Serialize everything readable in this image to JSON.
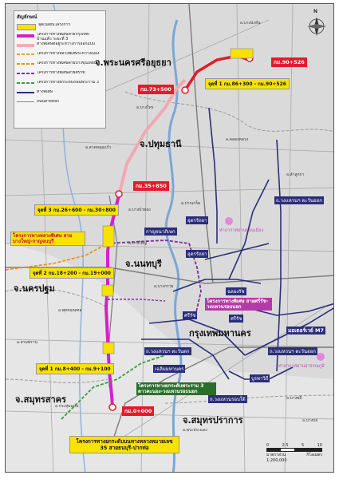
{
  "legend": {
    "title": "สัญลักษณ์",
    "items": [
      {
        "label": "จุดเปลี่ยนโครงการ",
        "color": "#f7e200",
        "style": "box"
      },
      {
        "label": "โครงการทางพิเศษสายกรุงเทพ-บ้านแพ้ว ระยะที่ 3",
        "color": "#d61fc9",
        "style": "line"
      },
      {
        "label": "ทางพิเศษที่อยู่ระหว่างการออกแบบ",
        "color": "#f0b0b0",
        "style": "line"
      },
      {
        "label": "โครงการทางหลวงพิเศษระหว่างเมือง",
        "color": "#e8a040",
        "style": "dash"
      },
      {
        "label": "โครงการทางพิเศษสายบางขุนเทียน",
        "color": "#f08c00",
        "style": "dash"
      },
      {
        "label": "โครงการทางพิเศษสายศรีรัช",
        "color": "#7d2fa0",
        "style": "dash"
      },
      {
        "label": "โครงการทางยกระดับถนนพระราม 3",
        "color": "#3a9e3a",
        "style": "dash"
      },
      {
        "label": "ทางพิเศษ",
        "color": "#2b2e7a",
        "style": "line"
      },
      {
        "label": "ถนนสายหลัก",
        "color": "#8a8a8a",
        "style": "line"
      }
    ]
  },
  "provinces": {
    "ayutthaya": "จ.พระนครศรีอยุธยา",
    "pathumthani": "จ.ปทุมธานี",
    "nonthaburi": "จ.นนทบุรี",
    "nakhonpathom": "จ.นครปฐม",
    "bangkok": "กรุงเทพมหานคร",
    "samutsakhon": "จ.สมุทรสาคร",
    "samutprakan": "จ.สมุทรปราการ"
  },
  "kilometers": {
    "km90": "กม.90+526",
    "km73": "กม.73+500",
    "km35": "กม.35+850",
    "km0": "กม.0+000"
  },
  "points": {
    "p1north": "จุดที่ 1 กม.86+300 - กม.90+526",
    "p3": "จุดที่ 3 กม.26+600 - กม.30+800",
    "p2": "จุดที่ 2 กม.18+200 - กม.19+000",
    "p1south": "จุดที่ 1 กม.8+400 - กม.9+100"
  },
  "projects": {
    "bangyai": "โครงการทางหลวงพิเศษ สายบางใหญ่-กาญจนบุรี",
    "sirat": "โครงการทางพิเศษ สายศรีรัช-วงแหวนรอบนอก",
    "rama3": "โครงการทางยกระดับพระราม 3 ดาวคะนอง-วงแหวนรอบนอก",
    "route35": "โครงการทางยกระดับบนทางหลวงหมายเลข 35 สายธนบุรี-ปากท่อ"
  },
  "roads": {
    "udonratthaya": "อุดรรัถยา",
    "udonratthaya2": "อุดรรัถยา",
    "srirat": "ศรีรัช",
    "srirat2": "ศรีรัช",
    "chalongrat": "ฉลองรัช",
    "kanchanaphisek_west": "กาญจนาภิเษก",
    "outerring_east": "ถ.วงแหวนฯ ตะวันออก",
    "outerring_east2": "ถ.วงแหวนฯ ตะวันออก",
    "motorway7": "มอเตอร์เวย์ M7",
    "burapha": "บูรพาวิถี",
    "outerring_south": "ถ.วงแหวนรอบใต้",
    "chaloem": "เฉลิมมหานคร",
    "outerring_west": "ถ.วงแหวนฯ ตะวันตก"
  },
  "places": {
    "donmueang": "ท่าอากาศยานดอนเมือง",
    "suvarnabhumi": "ท่าอากาศยานสุวรรณภูมิ"
  },
  "districts": {
    "bangpahan": "อ.บางปะหัน",
    "bangsai": "อ.บางไทร",
    "lat_lum_kaeo": "อ.ลาดหลุมแก้ว",
    "khlongluang": "อ.คลองหลวง",
    "lamlukka": "อ.ลำลูกกา",
    "pakkret": "อ.ปากเกร็ด",
    "bangbuathong": "อ.บางบัวทอง",
    "bangyai": "อ.บางใหญ่",
    "bangkruai": "อ.บางกรวย",
    "phutthamonthon": "อ.พุทธมณฑล",
    "samphran": "อ.สามพราน",
    "krathumbaen": "อ.กระทุ่มแบน",
    "bangphli": "อ.บางพลี",
    "bangbo": "อ.บางบ่อ",
    "phrapradaeng": "อ.พระประแดง"
  },
  "compass": {
    "north": "N"
  },
  "scale": {
    "ticks": [
      "0",
      "2.5",
      "5",
      "10"
    ],
    "unit": "กิโลเมตร",
    "ratio": "มาตราส่วน 1:200,000"
  }
}
